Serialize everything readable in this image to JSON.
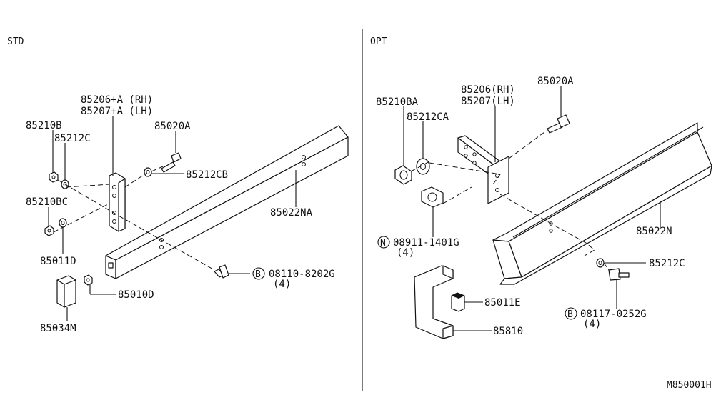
{
  "sections": {
    "std": "STD",
    "opt": "OPT"
  },
  "diagram_code": "M850001H",
  "std_labels": {
    "l85206a": "85206+A (RH)",
    "l85207a": "85207+A (LH)",
    "l85210b": "85210B",
    "l85212c": "85212C",
    "l85020a": "85020A",
    "l85212cb": "85212CB",
    "l85210bc": "85210BC",
    "l85022na": "85022NA",
    "l85011d": "85011D",
    "l08110": "08110-8202G",
    "l08110_qty": "(4)",
    "l85010d": "85010D",
    "l85034m": "85034M"
  },
  "opt_labels": {
    "l85206": "85206(RH)",
    "l85207": "85207(LH)",
    "l85020a": "85020A",
    "l85210ba": "85210BA",
    "l85212ca": "85212CA",
    "l08911": "08911-1401G",
    "l08911_qty": "(4)",
    "l85022n": "85022N",
    "l85212c": "85212C",
    "l85011e": "85011E",
    "l08117": "08117-0252G",
    "l08117_qty": "(4)",
    "l85810": "85810"
  },
  "callout_letters": {
    "b": "B",
    "n": "N"
  }
}
